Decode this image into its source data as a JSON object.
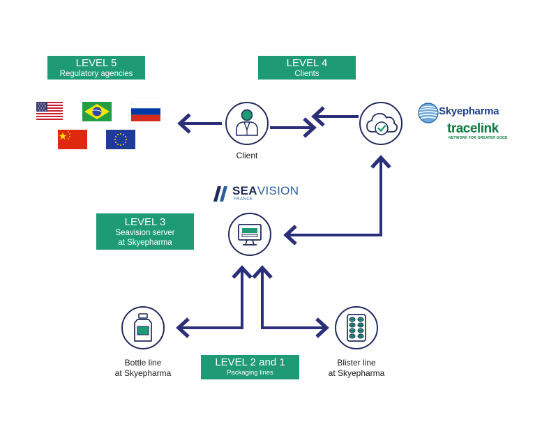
{
  "colors": {
    "accent_green": "#1e9a74",
    "arrow_navy": "#2b2f7a",
    "icon_navy": "#1f2a5c"
  },
  "levels": {
    "l5": {
      "title": "LEVEL 5",
      "subtitle": "Regulatory agencies"
    },
    "l4": {
      "title": "LEVEL 4",
      "subtitle": "Clients"
    },
    "l3": {
      "title": "LEVEL 3",
      "line1": "Seavision server",
      "line2": "at Skyepharma"
    },
    "l21": {
      "title": "LEVEL 2 and 1",
      "subtitle": "Packaging lines"
    }
  },
  "nodes": {
    "client": {
      "label": "Client",
      "icon": "person-icon"
    },
    "cloud": {
      "icon": "cloud-check-icon"
    },
    "server": {
      "icon": "monitor-icon"
    },
    "bottle": {
      "line1": "Bottle line",
      "line2": "at Skyepharma",
      "icon": "bottle-icon"
    },
    "blister": {
      "line1": "Blister line",
      "line2": "at Skyepharma",
      "icon": "blister-pack-icon"
    }
  },
  "flags": [
    "us-flag",
    "brazil-flag",
    "russia-flag",
    "china-flag",
    "eu-flag"
  ],
  "logos": {
    "skyepharma": "Skyepharma",
    "tracelink": "tracelink",
    "tracelink_tag": "NETWORK FOR GREATER GOOD",
    "seavision_sea": "SEA",
    "seavision_vision": "VISION",
    "seavision_sub": "FRANCE"
  }
}
